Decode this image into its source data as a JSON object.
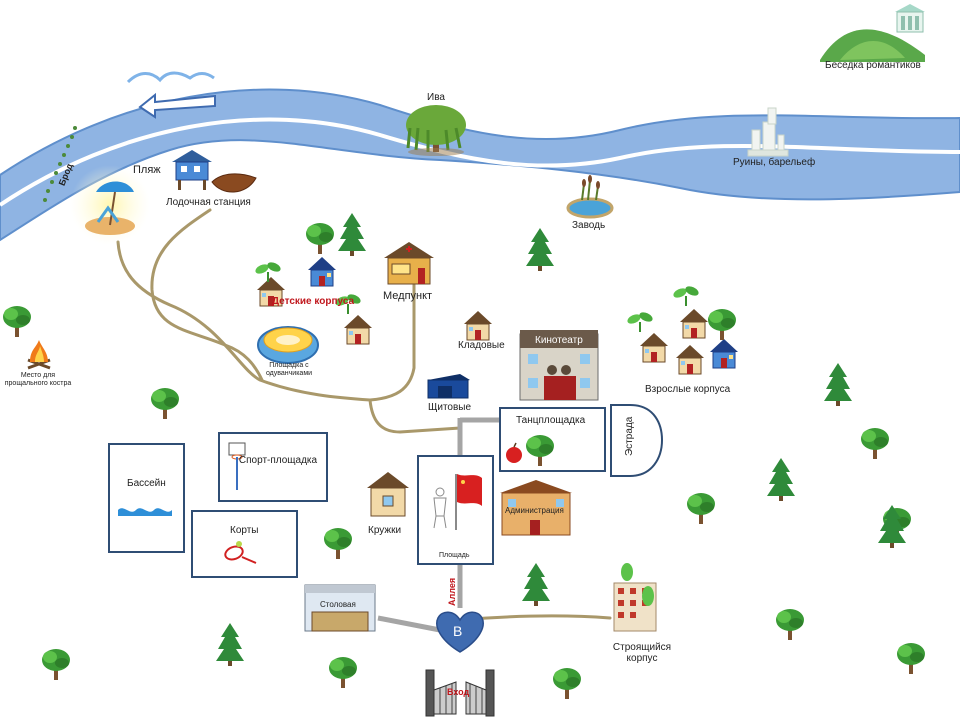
{
  "labels": {
    "brod": "Брод",
    "beach": "Пляж",
    "boat_station": "Лодочная станция",
    "iva": "Ива",
    "gazebo": "Беседка романтиков",
    "ruins": "Руины, барельеф",
    "zavod": "Заводь",
    "kids_houses": "Детские корпуса",
    "medpunkt": "Медпункт",
    "dandelion_area": "Площадка с одуванчиками",
    "storage": "Кладовые",
    "cinema": "Кинотеатр",
    "adult_houses": "Взрослые корпуса",
    "campfire": "Место для прощального костра",
    "switchboard": "Щитовые",
    "dance_floor": "Танцплощадка",
    "stage": "Эстрада",
    "pool": "Бассейн",
    "sport_area": "Спорт-площадка",
    "clubs": "Кружки",
    "square": "Площадь",
    "administration": "Администрация",
    "courts": "Корты",
    "canteen": "Столовая",
    "alley": "Аллея",
    "marker": "В",
    "entrance": "Вход",
    "construction": "Строящийся корпус"
  },
  "colors": {
    "river": "#8fb4e3",
    "river_edge": "#ffffff",
    "path": "#a9986a",
    "alley": "#a5a5a5",
    "box_border": "#2f4d74",
    "marker": "#3f6bb0",
    "red_label": "#c0161c",
    "tree": "#2e8a2e",
    "pine": "#2f8a3a"
  },
  "icons": {
    "river_arrow": "left-arrow-icon",
    "flag": "red-flag-icon",
    "gate": "gate-icon"
  }
}
